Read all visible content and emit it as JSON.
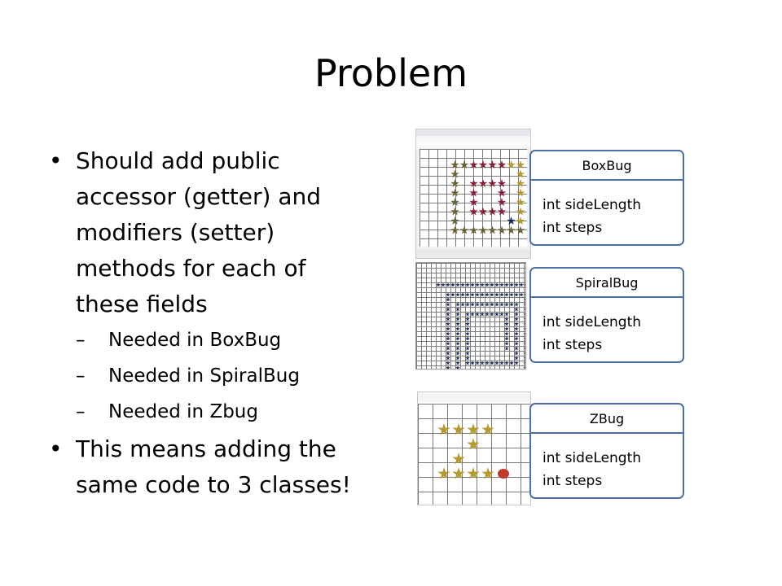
{
  "slide": {
    "title": "Problem",
    "bullets": [
      {
        "text": "Should add public accessor (getter) and modifiers (setter) methods for each of these fields",
        "subs": [
          "Needed in BoxBug",
          "Needed in SpiralBug",
          "Needed in Zbug"
        ]
      },
      {
        "text": "This means adding the same code to 3 classes!"
      }
    ]
  },
  "classes": [
    {
      "name": "BoxBug",
      "fields": [
        "int sideLength",
        "int steps"
      ]
    },
    {
      "name": "SpiralBug",
      "fields": [
        "int sideLength",
        "int steps"
      ]
    },
    {
      "name": "ZBug",
      "fields": [
        "int sideLength",
        "int steps"
      ]
    }
  ],
  "colors": {
    "box_border": "#4a6fa5",
    "star_olive": "#6b6235",
    "star_maroon": "#8a1f3a",
    "star_gold": "#b79a2c",
    "star_navy": "#1e2a5e"
  }
}
